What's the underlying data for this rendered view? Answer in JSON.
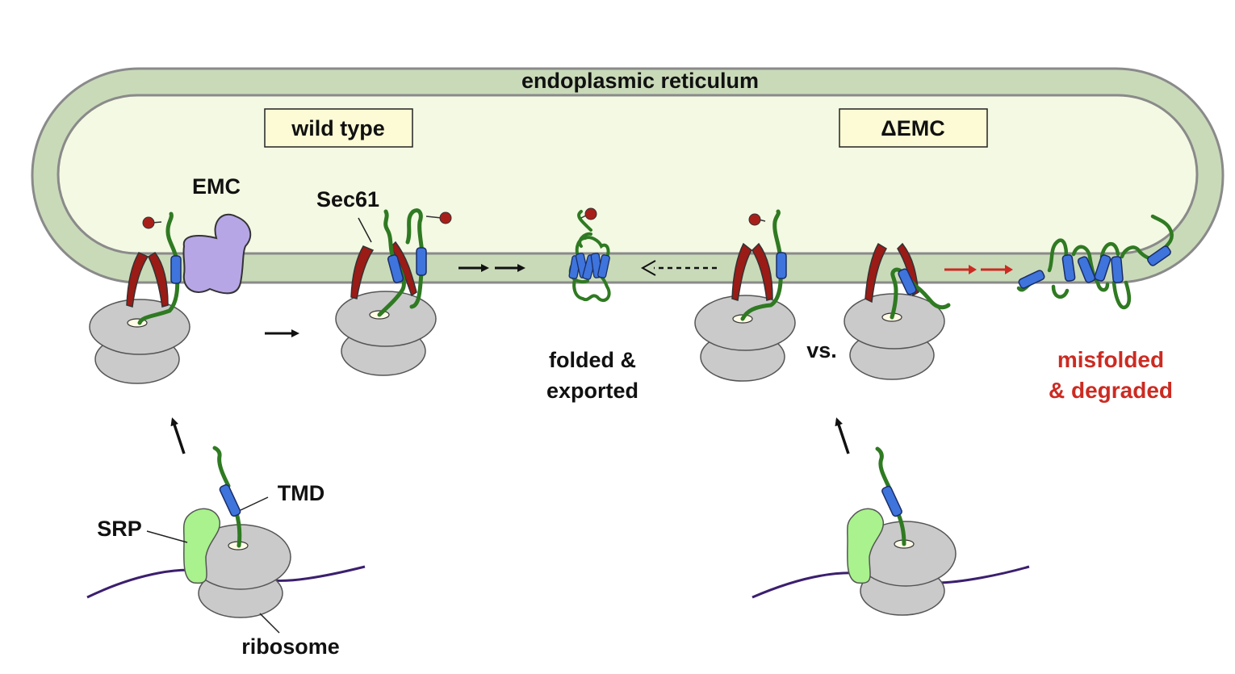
{
  "title": "endoplasmic reticulum",
  "panels": {
    "wild_type": "wild type",
    "delta_emc": "ΔEMC"
  },
  "labels": {
    "emc": "EMC",
    "sec61": "Sec61",
    "tmd": "TMD",
    "srp": "SRP",
    "ribosome": "ribosome",
    "vs": "vs."
  },
  "outcomes": {
    "folded": [
      "folded &",
      "exported"
    ],
    "misfolded": [
      "misfolded",
      "& degraded"
    ]
  },
  "colors": {
    "er_membrane": "#c9dab9",
    "er_lumen": "#f4f9e3",
    "sec61": "#9b1b16",
    "emc": "#b7a6e6",
    "tmd": "#3e74dc",
    "chain": "#2f7a22",
    "ribosome": "#cacaca",
    "srp": "#a9f28d",
    "mrna": "#3b1f6e",
    "misfolded_text": "#cc2b22"
  }
}
